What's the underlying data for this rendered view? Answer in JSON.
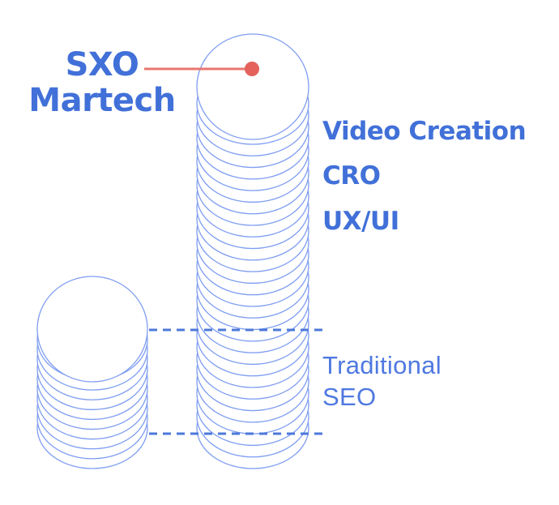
{
  "title_label": {
    "line1": "SXO",
    "line2": "Martech"
  },
  "feature_labels": [
    "Video Creation",
    "CRO",
    "UX/UI"
  ],
  "comparison_label": {
    "line1": "Traditional",
    "line2": "SEO"
  },
  "stacks": {
    "sxo_martech": {
      "name": "SXO Martech coin stack",
      "coin_count": 30
    },
    "traditional_seo": {
      "name": "Traditional SEO coin stack",
      "coin_count": 11
    }
  },
  "colors": {
    "background": "#ffffff",
    "coin_stroke": "#7e9df1",
    "coin_fill": "#ffffff",
    "label_bold": "#4170d8",
    "label_light": "#4f79e0",
    "dashed_guide": "#4d78da",
    "pointer_line": "#ea776f",
    "pointer_dot": "#e4625b"
  }
}
